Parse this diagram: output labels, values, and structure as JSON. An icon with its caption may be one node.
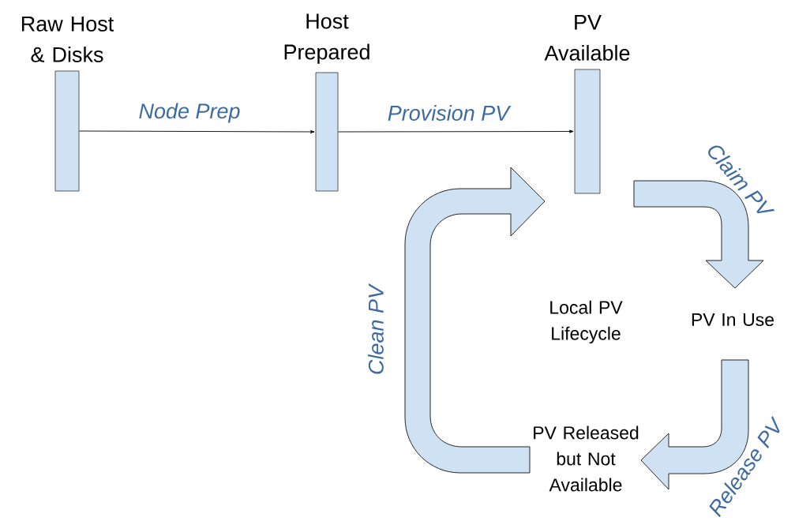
{
  "diagram": {
    "nodes": [
      {
        "text": [
          "Raw Host & Disks"
        ]
      },
      {
        "text": [
          "Host Prepared"
        ]
      },
      {
        "text": [
          "PV Available"
        ]
      },
      {
        "text": [
          "PV In Use"
        ]
      },
      {
        "text": [
          "PV Released but Not Available"
        ]
      }
    ],
    "edges": [
      {
        "from": 0,
        "to": 1,
        "arrow": "to",
        "label": "Node Prep"
      },
      {
        "from": 1,
        "to": 2,
        "arrow": "to",
        "label": "Provision PV"
      },
      {
        "from": 2,
        "to": 3,
        "arrow": "to",
        "label": "Claim PV",
        "style": "thick"
      },
      {
        "from": 3,
        "to": 4,
        "arrow": "to",
        "label": "Release PV",
        "style": "thick"
      },
      {
        "from": 4,
        "to": 2,
        "arrow": "to",
        "label": "Clean PV",
        "style": "thick"
      }
    ],
    "labels": [
      "Local PV Lifecycle"
    ]
  }
}
